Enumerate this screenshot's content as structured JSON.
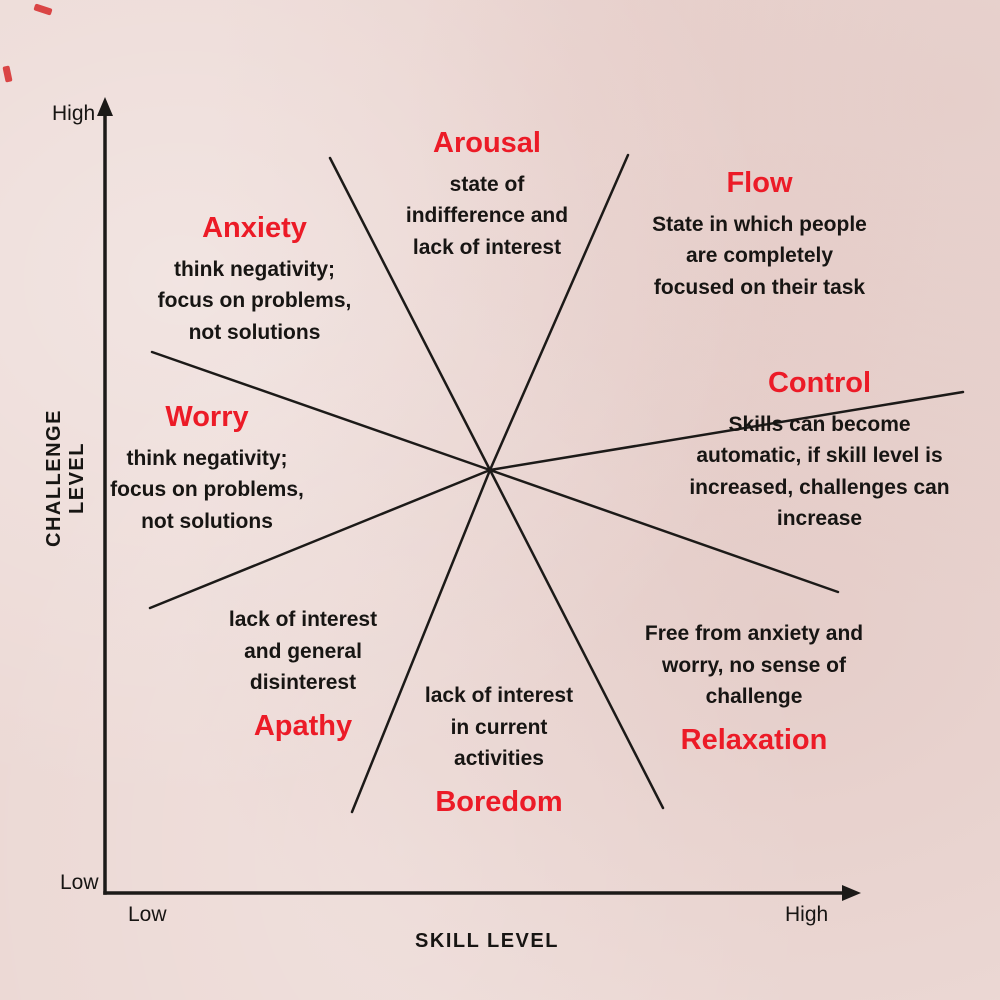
{
  "colors": {
    "background": "#ecd9d5",
    "heading_red": "#ec1b27",
    "text_black": "#171513",
    "line_black": "#171513"
  },
  "axes": {
    "y_title": "CHALLENGE LEVEL",
    "x_title": "SKILL LEVEL",
    "y_high": "High",
    "y_low": "Low",
    "x_low": "Low",
    "x_high": "High"
  },
  "sectors": {
    "arousal": {
      "name": "Arousal",
      "desc": "state of\nindifference and\nlack of interest"
    },
    "flow": {
      "name": "Flow",
      "desc": "State in which people\nare completely\nfocused on their task"
    },
    "anxiety": {
      "name": "Anxiety",
      "desc": "think negativity;\nfocus on problems,\nnot solutions"
    },
    "control": {
      "name": "Control",
      "desc": "Skills can become\nautomatic, if skill level is\nincreased, challenges can\nincrease"
    },
    "worry": {
      "name": "Worry",
      "desc": "think negativity;\nfocus on problems,\nnot solutions"
    },
    "apathy": {
      "name": "Apathy",
      "desc": "lack of interest\nand general\ndisinterest"
    },
    "boredom": {
      "name": "Boredom",
      "desc": "lack of interest\nin current\nactivities"
    },
    "relaxation": {
      "name": "Relaxation",
      "desc": "Free from anxiety and\nworry, no sense of\nchallenge"
    }
  }
}
